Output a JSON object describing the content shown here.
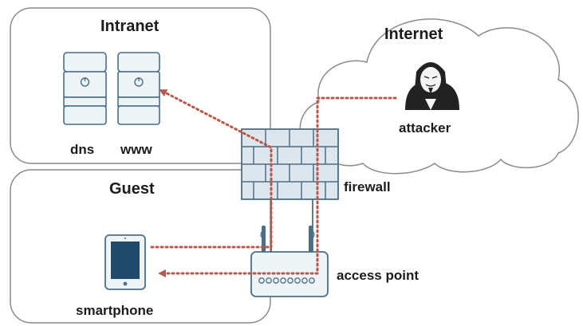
{
  "zones": {
    "intranet": "Intranet",
    "guest": "Guest",
    "internet": "Internet"
  },
  "nodes": {
    "dns": "dns",
    "www": "www",
    "firewall": "firewall",
    "attacker": "attacker",
    "access_point": "access point",
    "smartphone": "smartphone"
  },
  "colors": {
    "outline": "#8a8a8a",
    "device_stroke": "#4a6f87",
    "device_fill": "#eef3f6",
    "tablet_screen": "#1f4a6b",
    "firewall_fill": "#dde6ed",
    "attack_path": "#b8574a",
    "attacker_dark": "#222222"
  }
}
